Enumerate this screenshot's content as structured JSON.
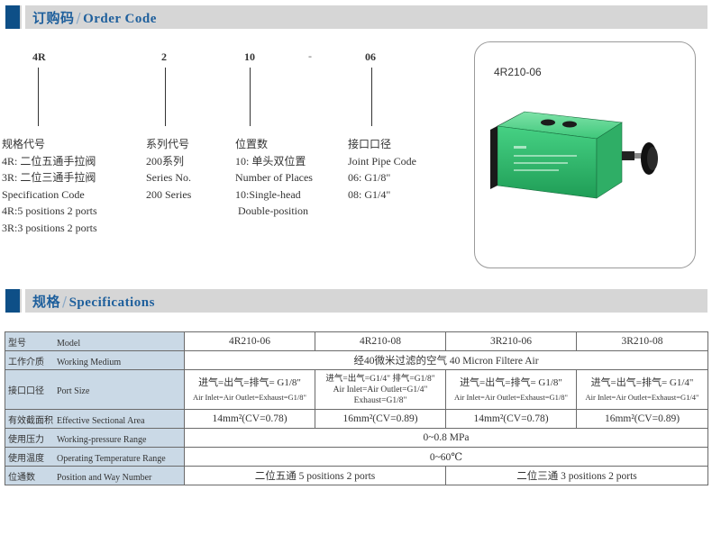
{
  "order_code": {
    "header_zh": "订购码",
    "header_slash": "/",
    "header_en": "Order Code",
    "codes": [
      "4R",
      "2",
      "10",
      "-",
      "06"
    ],
    "col1": [
      "规格代号",
      "4R: 二位五通手拉阀",
      "3R: 二位三通手拉阀",
      "Specification Code",
      "4R:5 positions 2 ports",
      "3R:3 positions 2 ports"
    ],
    "col2": [
      "系列代号",
      "200系列",
      "Series No.",
      "200 Series"
    ],
    "col3": [
      "位置数",
      "10: 单头双位置",
      "Number of Places",
      "10:Single-head",
      " Double-position"
    ],
    "col4": [
      "接口口径",
      "Joint Pipe Code",
      "06: G1/8\"",
      "08: G1/4\""
    ],
    "photo_caption": "4R210-06"
  },
  "specifications": {
    "header_zh": "规格",
    "header_slash": "/",
    "header_en": "Specifications",
    "rows": {
      "model": {
        "zh": "型号",
        "en": "Model",
        "values": [
          "4R210-06",
          "4R210-08",
          "3R210-06",
          "3R210-08"
        ]
      },
      "medium": {
        "zh": "工作介质",
        "en": "Working Medium",
        "value": "经40微米过滤的空气   40 Micron Filtere Air"
      },
      "port": {
        "zh": "接口口径",
        "en": "Port Size",
        "c1a": "进气=出气=排气= G1/8\"",
        "c1b": "Air Inlet=Air Outlet=Exhaust=G1/8\"",
        "c2a": "进气=出气=G1/4\" 排气=G1/8\"",
        "c2b": "Air Inlet=Air Outlet=G1/4\"",
        "c2c": "Exhaust=G1/8\"",
        "c3a": "进气=出气=排气= G1/8\"",
        "c3b": "Air Inlet=Air Outlet=Exhaust=G1/8\"",
        "c4a": "进气=出气=排气= G1/4\"",
        "c4b": "Air Inlet=Air Outlet=Exhaust=G1/4\""
      },
      "area": {
        "zh": "有效截面积",
        "en": "Effective Sectional Area",
        "values": [
          "14mm²(CV=0.78)",
          "16mm²(CV=0.89)",
          "14mm²(CV=0.78)",
          "16mm²(CV=0.89)"
        ]
      },
      "pressure": {
        "zh": "使用压力",
        "en": "Working-pressure Range",
        "value": "0~0.8 MPa"
      },
      "temperature": {
        "zh": "使用温度",
        "en": "Operating Temperature Range",
        "value": "0~60℃"
      },
      "position": {
        "zh": "位通数",
        "en": "Position and Way Number",
        "left": "二位五通 5 positions 2 ports",
        "right": "二位三通 3 positions 2 ports"
      }
    }
  },
  "colors": {
    "section_bar": "#d6d6d6",
    "accent_blue": "#0e4f87",
    "label_bg": "#cad9e6",
    "valve_green": "#3ec77a"
  }
}
